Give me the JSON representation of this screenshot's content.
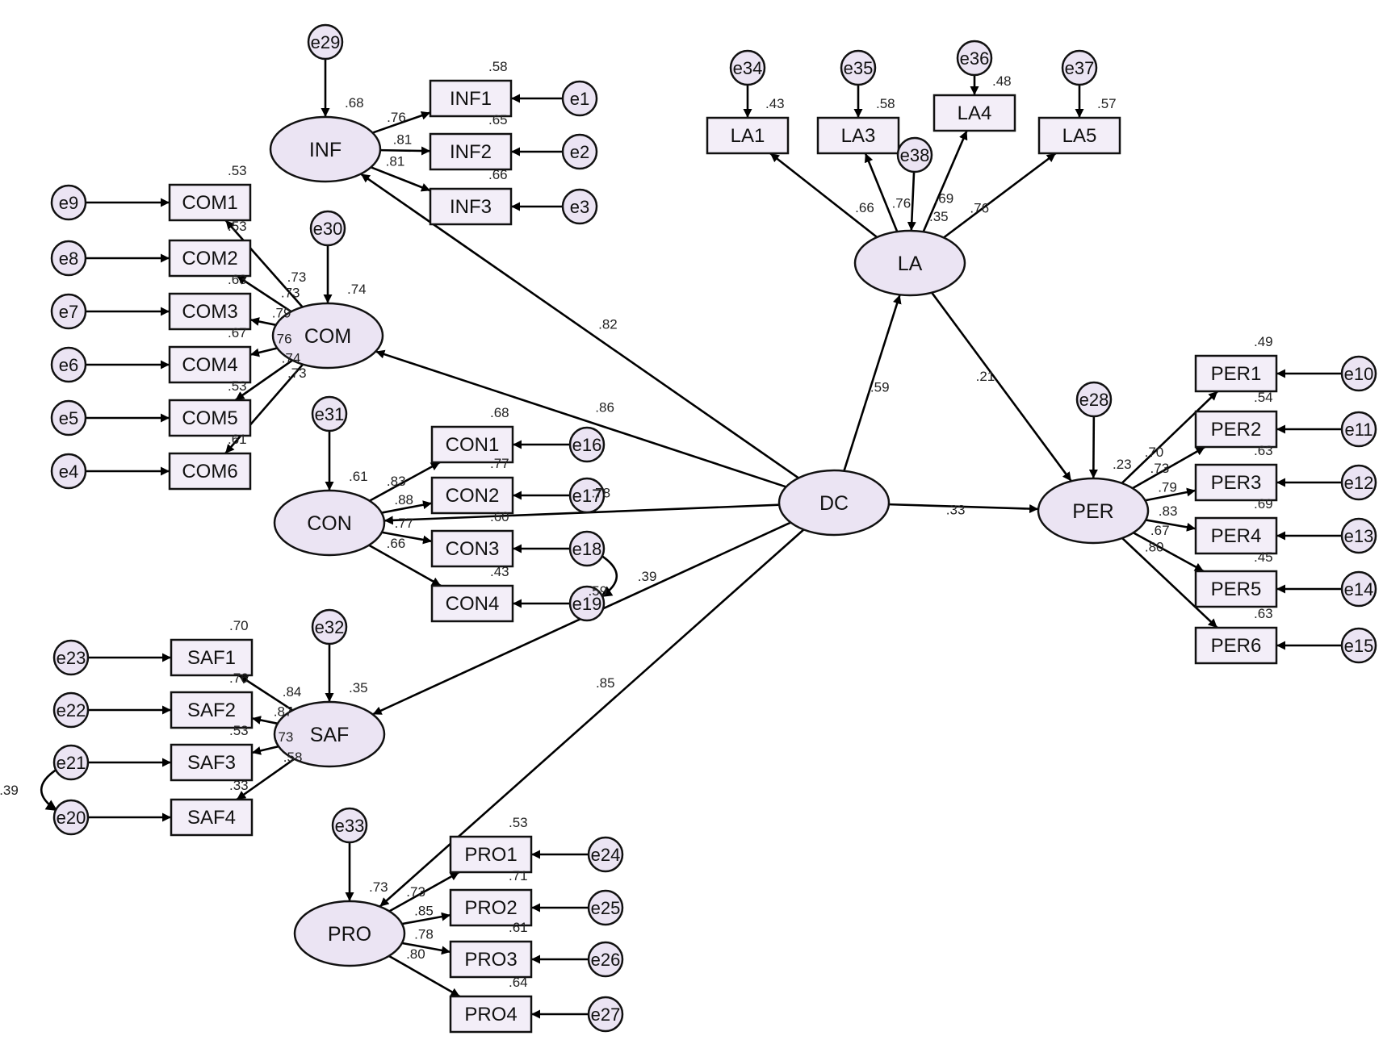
{
  "latents": [
    {
      "id": "INF",
      "label": "INF"
    },
    {
      "id": "COM",
      "label": "COM"
    },
    {
      "id": "CON",
      "label": "CON"
    },
    {
      "id": "SAF",
      "label": "SAF"
    },
    {
      "id": "PRO",
      "label": "PRO"
    },
    {
      "id": "DC",
      "label": "DC"
    },
    {
      "id": "LA",
      "label": "LA"
    },
    {
      "id": "PER",
      "label": "PER"
    }
  ],
  "indicators": [
    {
      "id": "INF1",
      "label": "INF1",
      "r2": ".58"
    },
    {
      "id": "INF2",
      "label": "INF2",
      "r2": ".65"
    },
    {
      "id": "INF3",
      "label": "INF3",
      "r2": ".66"
    },
    {
      "id": "COM1",
      "label": "COM1",
      "r2": ".53"
    },
    {
      "id": "COM2",
      "label": "COM2",
      "r2": ".53"
    },
    {
      "id": "COM3",
      "label": "COM3",
      "r2": ".63"
    },
    {
      "id": "COM4",
      "label": "COM4",
      "r2": ".67"
    },
    {
      "id": "COM5",
      "label": "COM5",
      "r2": ".53"
    },
    {
      "id": "COM6",
      "label": "COM6",
      "r2": ".61"
    },
    {
      "id": "CON1",
      "label": "CON1",
      "r2": ".68"
    },
    {
      "id": "CON2",
      "label": "CON2",
      "r2": ".77"
    },
    {
      "id": "CON3",
      "label": "CON3",
      "r2": ".60"
    },
    {
      "id": "CON4",
      "label": "CON4",
      "r2": ".43"
    },
    {
      "id": "SAF1",
      "label": "SAF1",
      "r2": ".70"
    },
    {
      "id": "SAF2",
      "label": "SAF2",
      "r2": ".76"
    },
    {
      "id": "SAF3",
      "label": "SAF3",
      "r2": ".53"
    },
    {
      "id": "SAF4",
      "label": "SAF4",
      "r2": ".33"
    },
    {
      "id": "PRO1",
      "label": "PRO1",
      "r2": ".53"
    },
    {
      "id": "PRO2",
      "label": "PRO2",
      "r2": ".71"
    },
    {
      "id": "PRO3",
      "label": "PRO3",
      "r2": ".61"
    },
    {
      "id": "PRO4",
      "label": "PRO4",
      "r2": ".64"
    },
    {
      "id": "LA1",
      "label": "LA1",
      "r2": ".43"
    },
    {
      "id": "LA3",
      "label": "LA3",
      "r2": ".58"
    },
    {
      "id": "LA4",
      "label": "LA4",
      "r2": ".48"
    },
    {
      "id": "LA5",
      "label": "LA5",
      "r2": ".57"
    },
    {
      "id": "PER1",
      "label": "PER1",
      "r2": ".49"
    },
    {
      "id": "PER2",
      "label": "PER2",
      "r2": ".54"
    },
    {
      "id": "PER3",
      "label": "PER3",
      "r2": ".63"
    },
    {
      "id": "PER4",
      "label": "PER4",
      "r2": ".69"
    },
    {
      "id": "PER5",
      "label": "PER5",
      "r2": ".45"
    },
    {
      "id": "PER6",
      "label": "PER6",
      "r2": ".63"
    }
  ],
  "errors": [
    {
      "id": "e1",
      "label": "e1"
    },
    {
      "id": "e2",
      "label": "e2"
    },
    {
      "id": "e3",
      "label": "e3"
    },
    {
      "id": "e4",
      "label": "e4"
    },
    {
      "id": "e5",
      "label": "e5"
    },
    {
      "id": "e6",
      "label": "e6"
    },
    {
      "id": "e7",
      "label": "e7"
    },
    {
      "id": "e8",
      "label": "e8"
    },
    {
      "id": "e9",
      "label": "e9"
    },
    {
      "id": "e10",
      "label": "e10"
    },
    {
      "id": "e11",
      "label": "e11"
    },
    {
      "id": "e12",
      "label": "e12"
    },
    {
      "id": "e13",
      "label": "e13"
    },
    {
      "id": "e14",
      "label": "e14"
    },
    {
      "id": "e15",
      "label": "e15"
    },
    {
      "id": "e16",
      "label": "e16"
    },
    {
      "id": "e17",
      "label": "e17"
    },
    {
      "id": "e18",
      "label": "e18"
    },
    {
      "id": "e19",
      "label": "e19"
    },
    {
      "id": "e20",
      "label": "e20"
    },
    {
      "id": "e21",
      "label": "e21"
    },
    {
      "id": "e22",
      "label": "e22"
    },
    {
      "id": "e23",
      "label": "e23"
    },
    {
      "id": "e24",
      "label": "e24"
    },
    {
      "id": "e25",
      "label": "e25"
    },
    {
      "id": "e26",
      "label": "e26"
    },
    {
      "id": "e27",
      "label": "e27"
    },
    {
      "id": "e28",
      "label": "e28"
    },
    {
      "id": "e29",
      "label": "e29"
    },
    {
      "id": "e30",
      "label": "e30"
    },
    {
      "id": "e31",
      "label": "e31"
    },
    {
      "id": "e32",
      "label": "e32"
    },
    {
      "id": "e33",
      "label": "e33"
    },
    {
      "id": "e34",
      "label": "e34"
    },
    {
      "id": "e35",
      "label": "e35"
    },
    {
      "id": "e36",
      "label": "e36"
    },
    {
      "id": "e37",
      "label": "e37"
    },
    {
      "id": "e38",
      "label": "e38"
    }
  ],
  "latent_r2": {
    "INF": ".68",
    "COM": ".74",
    "CON": ".61",
    "SAF": ".35",
    "PRO": ".73",
    "LA": ".35",
    "PER": ".23"
  },
  "paths": [
    {
      "from": "DC",
      "to": "INF",
      "coef": ".82"
    },
    {
      "from": "DC",
      "to": "COM",
      "coef": ".86"
    },
    {
      "from": "DC",
      "to": "CON",
      "coef": ".78"
    },
    {
      "from": "DC",
      "to": "SAF",
      "coef": ".59"
    },
    {
      "from": "DC",
      "to": "PRO",
      "coef": ".85"
    },
    {
      "from": "DC",
      "to": "LA",
      "coef": ".59"
    },
    {
      "from": "DC",
      "to": "PER",
      "coef": ".33"
    },
    {
      "from": "LA",
      "to": "PER",
      "coef": ".21"
    }
  ],
  "loadings": [
    {
      "latent": "INF",
      "indicator": "INF1",
      "coef": ".76"
    },
    {
      "latent": "INF",
      "indicator": "INF2",
      "coef": ".81"
    },
    {
      "latent": "INF",
      "indicator": "INF3",
      "coef": ".81"
    },
    {
      "latent": "COM",
      "indicator": "COM1",
      "coef": ".73"
    },
    {
      "latent": "COM",
      "indicator": "COM2",
      "coef": ".73"
    },
    {
      "latent": "COM",
      "indicator": "COM3",
      "coef": ".79"
    },
    {
      "latent": "COM",
      "indicator": "COM4",
      "coef": ".76"
    },
    {
      "latent": "COM",
      "indicator": "COM5",
      "coef": ".74"
    },
    {
      "latent": "COM",
      "indicator": "COM6",
      "coef": ".73"
    },
    {
      "latent": "CON",
      "indicator": "CON1",
      "coef": ".83"
    },
    {
      "latent": "CON",
      "indicator": "CON2",
      "coef": ".88"
    },
    {
      "latent": "CON",
      "indicator": "CON3",
      "coef": ".77"
    },
    {
      "latent": "CON",
      "indicator": "CON4",
      "coef": ".66"
    },
    {
      "latent": "SAF",
      "indicator": "SAF1",
      "coef": ".84"
    },
    {
      "latent": "SAF",
      "indicator": "SAF2",
      "coef": ".87"
    },
    {
      "latent": "SAF",
      "indicator": "SAF3",
      "coef": ".73"
    },
    {
      "latent": "SAF",
      "indicator": "SAF4",
      "coef": ".58"
    },
    {
      "latent": "PRO",
      "indicator": "PRO1",
      "coef": ".73"
    },
    {
      "latent": "PRO",
      "indicator": "PRO2",
      "coef": ".85"
    },
    {
      "latent": "PRO",
      "indicator": "PRO3",
      "coef": ".78"
    },
    {
      "latent": "PRO",
      "indicator": "PRO4",
      "coef": ".80"
    },
    {
      "latent": "LA",
      "indicator": "LA1",
      "coef": ".66"
    },
    {
      "latent": "LA",
      "indicator": "LA3",
      "coef": ".76"
    },
    {
      "latent": "LA",
      "indicator": "LA4",
      "coef": ".69"
    },
    {
      "latent": "LA",
      "indicator": "LA5",
      "coef": ".76"
    },
    {
      "latent": "PER",
      "indicator": "PER1",
      "coef": ".70"
    },
    {
      "latent": "PER",
      "indicator": "PER2",
      "coef": ".73"
    },
    {
      "latent": "PER",
      "indicator": "PER3",
      "coef": ".79"
    },
    {
      "latent": "PER",
      "indicator": "PER4",
      "coef": ".83"
    },
    {
      "latent": "PER",
      "indicator": "PER5",
      "coef": ".67"
    },
    {
      "latent": "PER",
      "indicator": "PER6",
      "coef": ".80"
    }
  ],
  "covariances": [
    {
      "a": "e18",
      "b": "e19",
      "coef": ".39"
    },
    {
      "a": "e21",
      "b": "e20",
      "coef": ".39"
    }
  ]
}
